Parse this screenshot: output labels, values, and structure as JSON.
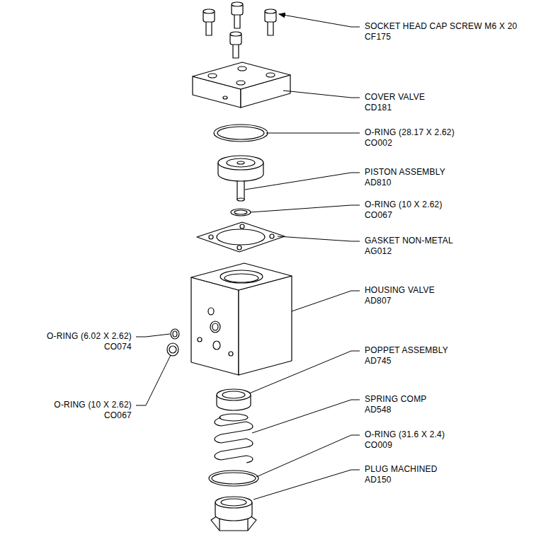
{
  "diagram": {
    "labels": [
      "SOCKET HEAD CAP SCREW M6 X 20",
      "CF175",
      "COVER VALVE",
      "CD181",
      "O-RING (28.17 X 2.62)",
      "CO002",
      "PISTON ASSEMBLY",
      "AD810",
      "O-RING (10 X 2.62)",
      "CO067",
      "GASKET NON-METAL",
      "AG012",
      "HOUSING VALVE",
      "AD807",
      "O-RING (6.02 X 2.62)",
      "CO074",
      "O-RING (10 X 2.62)",
      "CO067",
      "POPPET ASSEMBLY",
      "AD745",
      "SPRING COMP",
      "AD548",
      "O-RING (31.6 X 2.4)",
      "CO009",
      "PLUG MACHINED",
      "AD150"
    ]
  }
}
